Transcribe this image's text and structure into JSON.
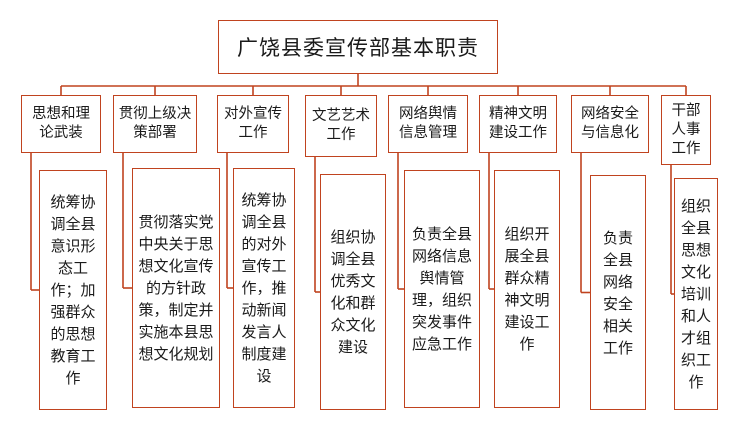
{
  "title": "广饶县委宣传部基本职责",
  "departments": [
    {
      "name": "思想和理论武装",
      "duty": "统筹协调全县意识形态工作；加强群众的思想教育工作"
    },
    {
      "name": "贯彻上级决策部署",
      "duty": "贯彻落实党中央关于思想文化宣传的方针政策，制定并实施本县思想文化规划"
    },
    {
      "name": "对外宣传工作",
      "duty": "统筹协调全县的对外宣传工作，推动新闻发言人制度建设"
    },
    {
      "name": "文艺艺术工作",
      "duty": "组织协调全县优秀文化和群众文化建设"
    },
    {
      "name": "网络舆情信息管理",
      "duty": "负责全县网络信息舆情管理，组织突发事件应急工作"
    },
    {
      "name": "精神文明建设工作",
      "duty": "组织开展全县群众精神文明建设工作"
    },
    {
      "name": "网络安全与信息化",
      "duty": "负责全县网络安全相关工作"
    },
    {
      "name": "干部人事工作",
      "duty": "组织全县思想文化培训和人才组织工作"
    }
  ]
}
